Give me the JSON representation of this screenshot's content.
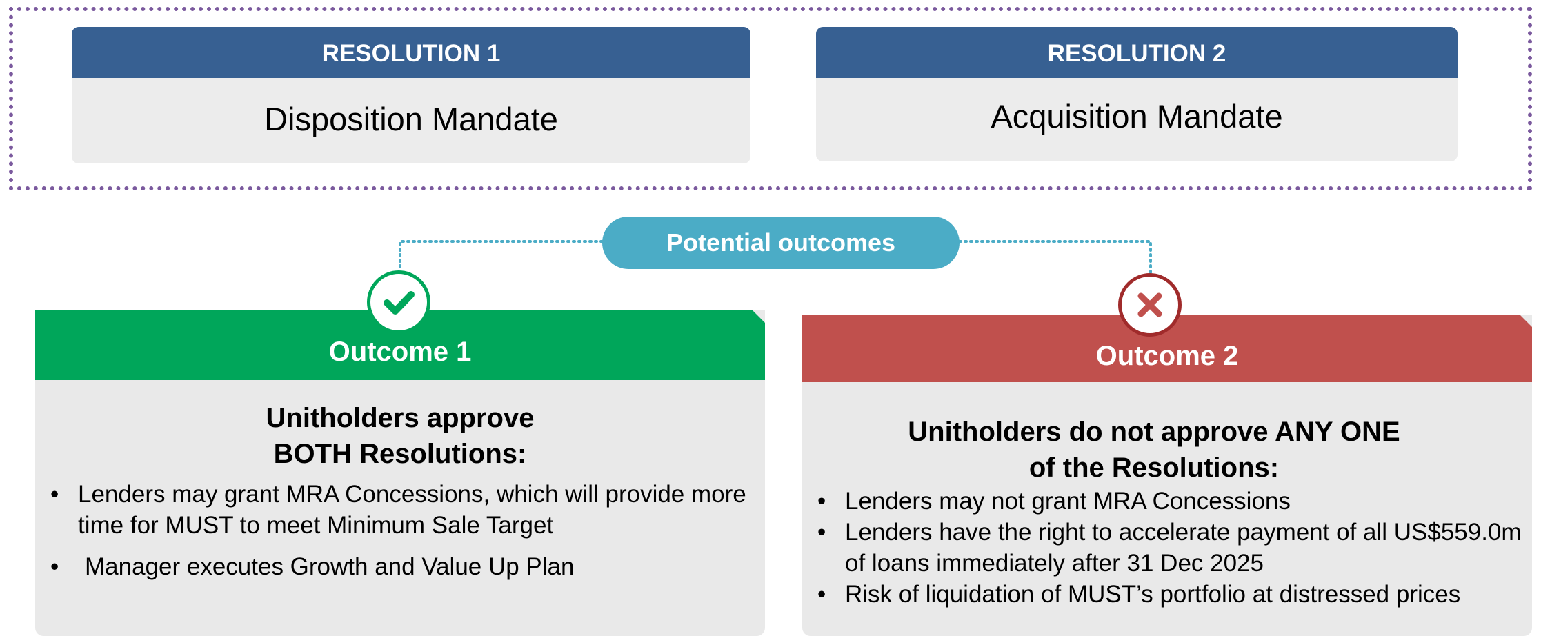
{
  "resolutions": [
    {
      "header": "RESOLUTION 1",
      "title": "Disposition Mandate"
    },
    {
      "header": "RESOLUTION 2",
      "title": "Acquisition Mandate"
    }
  ],
  "connector": {
    "label": "Potential outcomes"
  },
  "outcomes": [
    {
      "header": "Outcome 1",
      "status_icon": "check-icon",
      "color": "#00a65a",
      "title_line1": "Unitholders approve",
      "title_line2": "BOTH Resolutions:",
      "bullets": [
        "Lenders may grant MRA Concessions, which will provide more time for MUST to meet Minimum Sale Target",
        "Manager executes Growth and Value Up Plan"
      ]
    },
    {
      "header": "Outcome 2",
      "status_icon": "cross-icon",
      "color": "#c0504d",
      "title_line1": "Unitholders do not approve ANY ONE",
      "title_line2": "of the Resolutions:",
      "bullets": [
        "Lenders may not grant MRA Concessions",
        "Lenders have the right to accelerate payment of all US$559.0m of loans immediately after 31 Dec 2025",
        "Risk of liquidation of MUST’s portfolio at distressed prices"
      ]
    }
  ],
  "bullet_glyph": "•",
  "colors": {
    "resolution_header": "#376092",
    "frame_border": "#7b5a9e",
    "pill": "#4bacc6"
  }
}
